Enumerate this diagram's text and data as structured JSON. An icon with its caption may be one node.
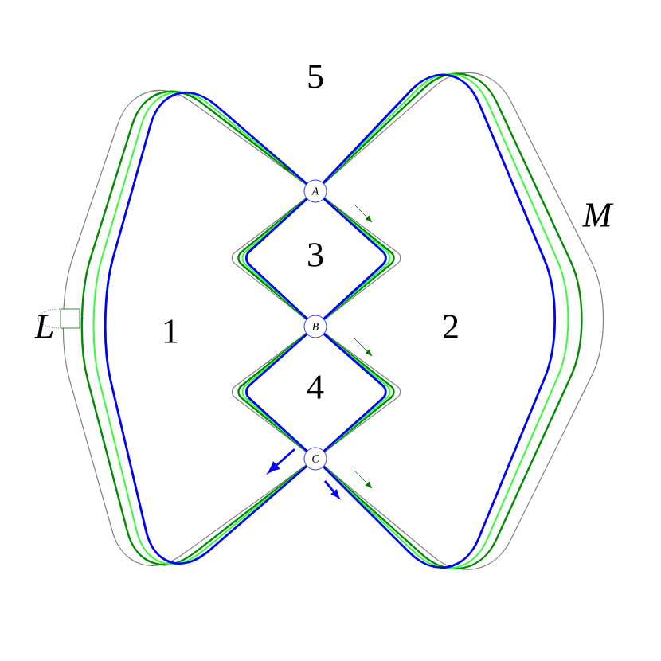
{
  "diagram": {
    "nodes": [
      {
        "text": [
          "A"
        ]
      },
      {
        "text": [
          "B"
        ]
      },
      {
        "text": [
          "C"
        ]
      }
    ],
    "labels": [
      "5",
      "M",
      "3",
      "L",
      "1",
      "2",
      "4"
    ]
  }
}
